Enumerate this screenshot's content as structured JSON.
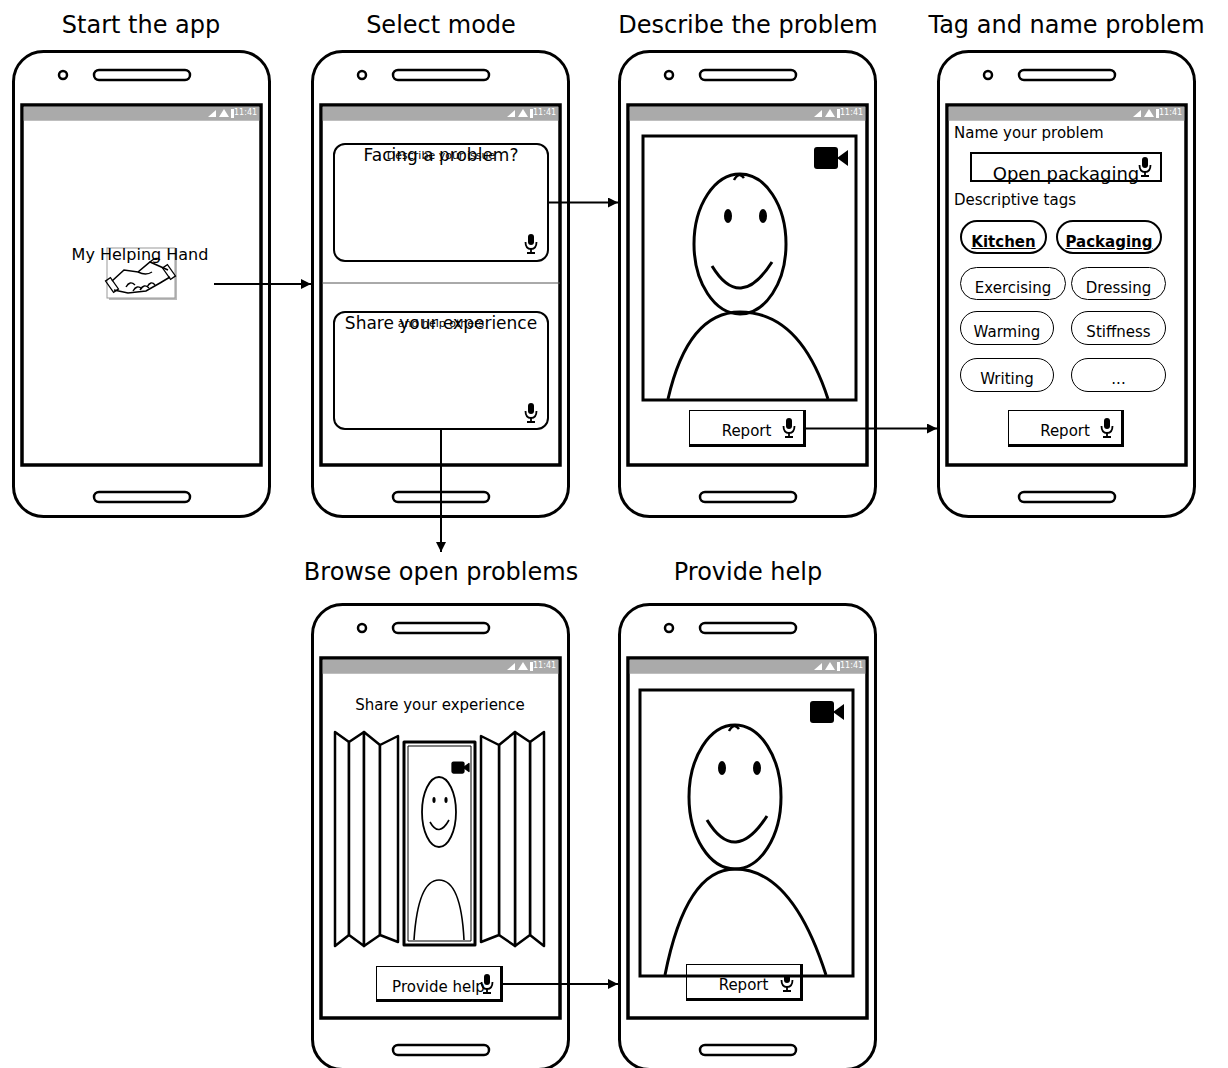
{
  "diagram": {
    "nodes": [
      {
        "text": [
          "Start the app"
        ]
      },
      {
        "text": [
          "My Helping Hand"
        ],
        "in": 0
      },
      {
        "text": [
          "Select mode"
        ]
      },
      {
        "text": [
          "Facing a problem?",
          "Describe your issue"
        ],
        "in": 2
      },
      {
        "text": [
          "Share your experience",
          "and help others"
        ],
        "in": 2
      },
      {
        "text": [
          "Describe the problem"
        ]
      },
      {
        "text": [
          "Report"
        ],
        "in": 5
      },
      {
        "text": [
          "Tag and name problem"
        ]
      },
      {
        "text": [
          "Open packaging"
        ],
        "in": 7
      },
      {
        "text": [
          "Kitchen"
        ],
        "in": 7
      },
      {
        "text": [
          "Packaging"
        ],
        "in": 7
      },
      {
        "text": [
          "Exercising"
        ],
        "in": 7
      },
      {
        "text": [
          "Dressing"
        ],
        "in": 7
      },
      {
        "text": [
          "Warming"
        ],
        "in": 7
      },
      {
        "text": [
          "Stiffness"
        ],
        "in": 7
      },
      {
        "text": [
          "Writing"
        ],
        "in": 7
      },
      {
        "text": [
          "..."
        ],
        "in": 7
      },
      {
        "text": [
          "Report"
        ],
        "in": 7
      },
      {
        "text": [
          "Browse open problems"
        ]
      },
      {
        "text": [
          "Provide help"
        ],
        "in": 18
      },
      {
        "text": [
          "Provide help"
        ]
      },
      {
        "text": [
          "Report"
        ],
        "in": 20
      }
    ],
    "edges": [
      {
        "from": 1,
        "to": 2,
        "arrow": "to"
      },
      {
        "from": 3,
        "to": 5,
        "arrow": "to"
      },
      {
        "from": 6,
        "to": 7,
        "arrow": "to"
      },
      {
        "from": 4,
        "to": 18,
        "arrow": "to"
      },
      {
        "from": 19,
        "to": 20,
        "arrow": "to"
      }
    ],
    "labels": [
      "11:41",
      "11:41",
      "11:41",
      "11:41",
      "Name your problem",
      "Descriptive tags",
      "11:41",
      "Share your experience",
      "11:41"
    ]
  }
}
